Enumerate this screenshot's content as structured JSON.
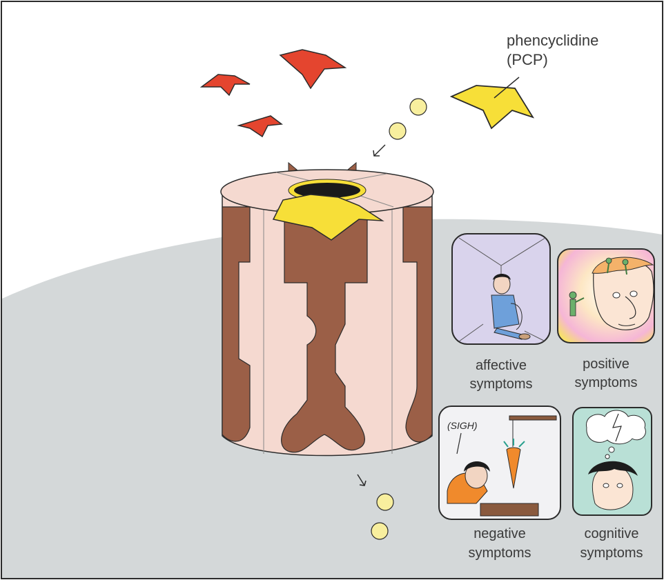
{
  "drug_label": {
    "line1": "phencyclidine",
    "line2": "(PCP)"
  },
  "panels": [
    {
      "id": "affective",
      "line1": "affective",
      "line2": "symptoms",
      "icon": "person-sitting-in-corner-icon"
    },
    {
      "id": "positive",
      "line1": "positive",
      "line2": "symptoms",
      "icon": "hallucination-creatures-icon"
    },
    {
      "id": "negative",
      "line1": "negative",
      "line2": "symptoms",
      "icon": "unmotivated-person-carrot-icon",
      "speech": "(SIGH)"
    },
    {
      "id": "cognitive",
      "line1": "cognitive",
      "line2": "symptoms",
      "icon": "confused-thought-cloud-icon"
    }
  ],
  "colors": {
    "membrane": "#d4d8d9",
    "channel_light": "#f5d9d0",
    "channel_dark": "#9b5f47",
    "pcp_yellow": "#f7df38",
    "glutamate_red": "#e4452f",
    "ion": "#f8ef9e",
    "affective_bg": "#d9d3ec",
    "cognitive_bg": "#b9e0d6",
    "negative_bg": "#f2f2f4"
  }
}
